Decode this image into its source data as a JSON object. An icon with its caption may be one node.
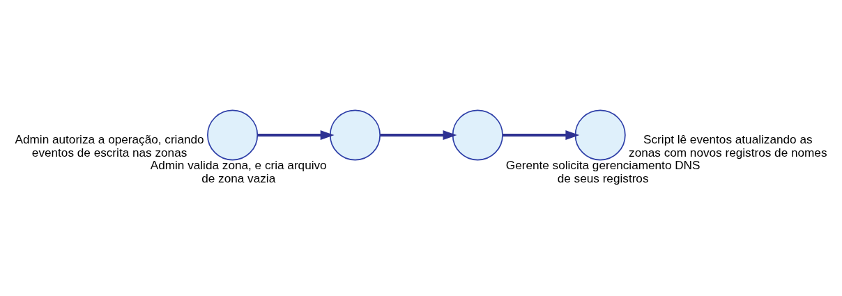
{
  "diagram": {
    "nodes": [
      {
        "text": [],
        "shape": "circle",
        "beside": [
          "Admin valida zona, e cria arquivo de zona vazia"
        ]
      },
      {
        "text": [],
        "shape": "circle",
        "beside": [
          "Admin autoriza a operação, criando eventos de escrita nas zonas"
        ]
      },
      {
        "text": [],
        "shape": "circle",
        "beside": [
          "Gerente solicita gerenciamento DNS de seus registros"
        ]
      },
      {
        "text": [],
        "shape": "circle",
        "beside": [
          "Script lê eventos atualizando as zonas com novos registros de nomes"
        ]
      }
    ],
    "edges": [
      {
        "from": 1,
        "to": 0,
        "arrow": "to"
      },
      {
        "from": 0,
        "to": 2,
        "arrow": "to"
      },
      {
        "from": 2,
        "to": 3,
        "arrow": "to"
      }
    ]
  }
}
